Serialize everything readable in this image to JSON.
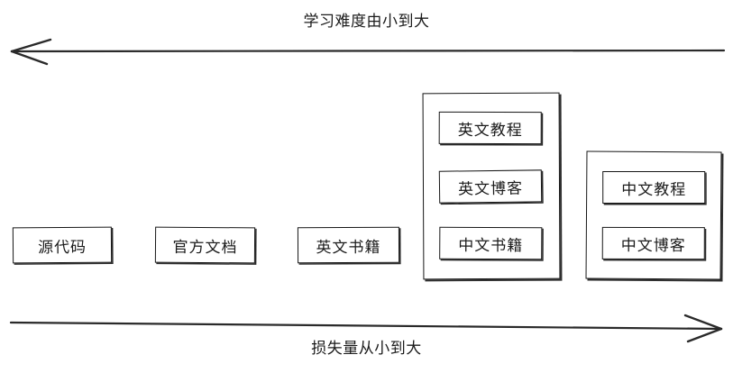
{
  "diagram": {
    "top_axis": {
      "label": "学习难度由小到大",
      "direction": "left"
    },
    "bottom_axis": {
      "label": "损失量从小到大",
      "direction": "right"
    },
    "nodes": [
      {
        "label": "源代码"
      },
      {
        "label": "官方文档"
      },
      {
        "label": "英文书籍"
      }
    ],
    "groups": [
      {
        "name": "group-middle",
        "items": [
          {
            "label": "英文教程"
          },
          {
            "label": "英文博客"
          },
          {
            "label": "中文书籍"
          }
        ]
      },
      {
        "name": "group-right",
        "items": [
          {
            "label": "中文教程"
          },
          {
            "label": "中文博客"
          }
        ]
      }
    ],
    "colors": {
      "stroke": "#161616",
      "text": "#1b1b1b",
      "background": "#ffffff"
    }
  }
}
